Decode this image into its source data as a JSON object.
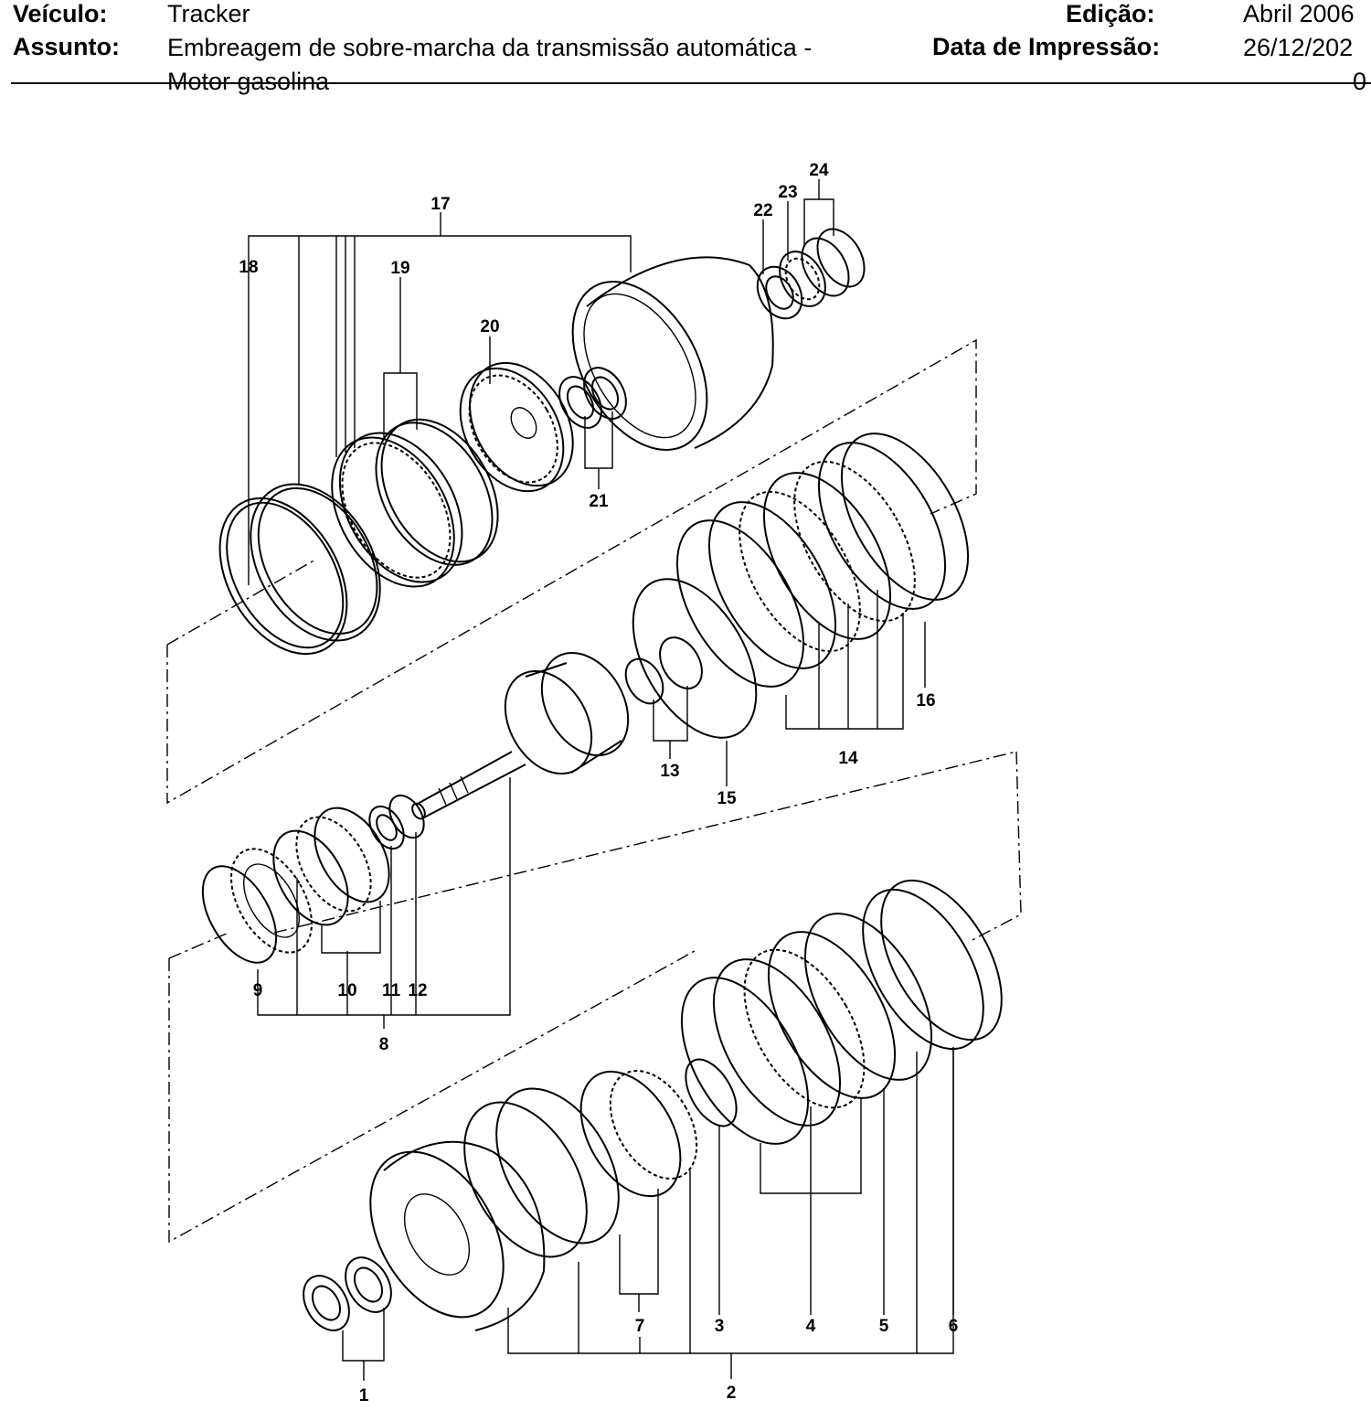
{
  "header": {
    "vehicle_label": "Veículo:",
    "vehicle_value": "Tracker",
    "subject_label": "Assunto:",
    "subject_line1": "Embreagem de sobre-marcha da transmissão automática -",
    "subject_line2": "Motor gasolina",
    "edition_label": "Edição:",
    "edition_value": "Abril 2006",
    "print_date_label": "Data de Impressão:",
    "print_date_line1": "26/12/202",
    "print_date_line2": "0"
  },
  "callouts": [
    "1",
    "2",
    "3",
    "4",
    "5",
    "6",
    "7",
    "8",
    "9",
    "10",
    "11",
    "12",
    "13",
    "14",
    "15",
    "16",
    "17",
    "18",
    "19",
    "20",
    "21",
    "22",
    "23",
    "24"
  ]
}
